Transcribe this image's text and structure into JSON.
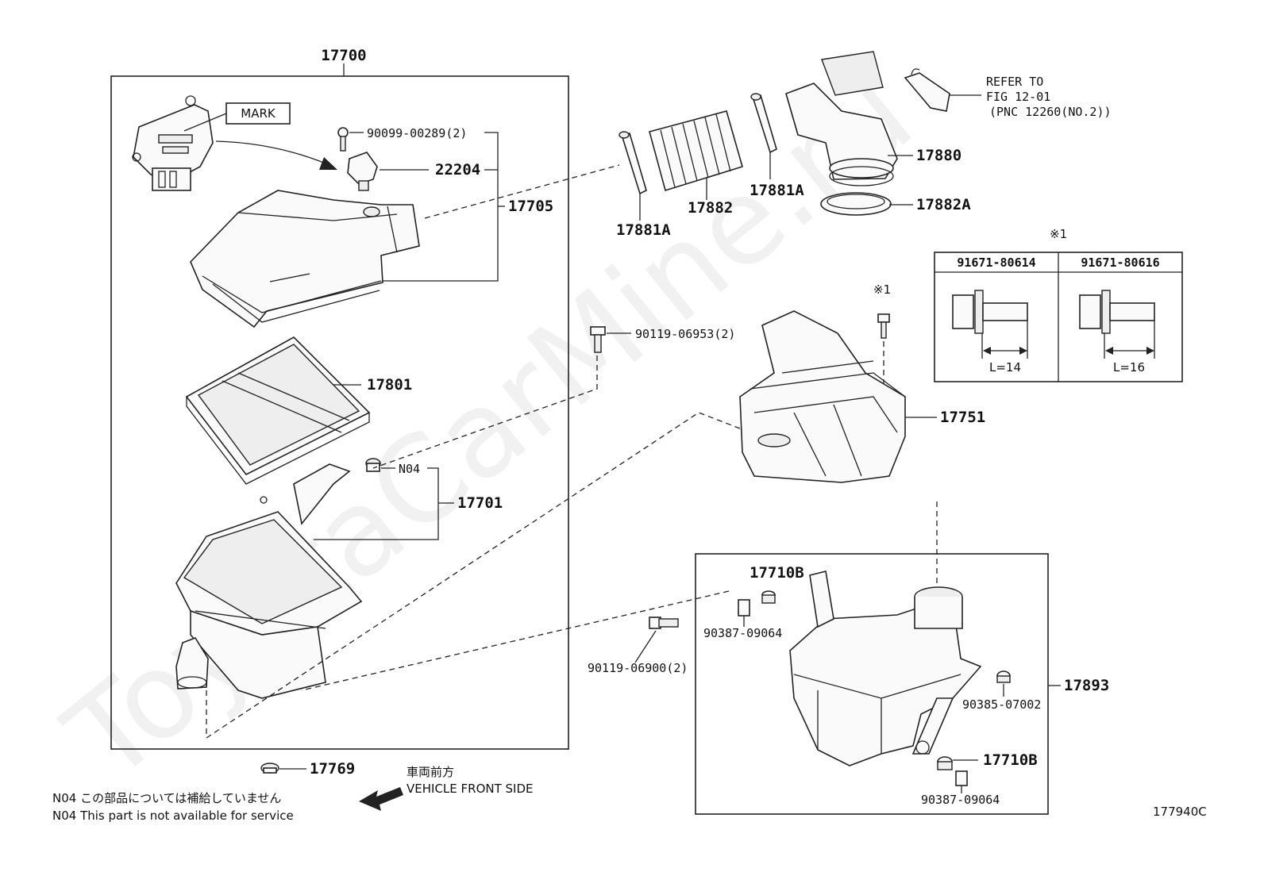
{
  "diagram": {
    "watermark": "ToyotaCarMine.ru",
    "figure_code": "177940C",
    "labels": {
      "p17700": "17700",
      "mark": "MARK",
      "p90099": "90099-00289(2)",
      "p22204": "22204",
      "p17705": "17705",
      "p17801": "17801",
      "n04": "N04",
      "p17701": "17701",
      "p17769": "17769",
      "p17881a_left": "17881A",
      "p17882": "17882",
      "p17881a_right": "17881A",
      "p17880": "17880",
      "p17882a": "17882A",
      "refer_line1": "REFER TO",
      "refer_line2": "FIG 12-01",
      "refer_line3": "(PNC 12260(NO.2))",
      "p90119_06953": "90119-06953(2)",
      "note_mark_1": "※1",
      "note_mark_2": "※1",
      "p17751": "17751",
      "p17710b_top": "17710B",
      "p90387_top": "90387-09064",
      "p90119_06900": "90119-06900(2)",
      "p17893": "17893",
      "p90385": "90385-07002",
      "p17710b_bottom": "17710B",
      "p90387_bottom": "90387-09064"
    },
    "bolt_table": {
      "col1_part": "91671-80614",
      "col1_length": "L=14",
      "col2_part": "91671-80616",
      "col2_length": "L=16"
    },
    "front_label_jp": "車両前方",
    "front_label_en": "VEHICLE FRONT SIDE",
    "note_jp": "N04  この部品については補給していません",
    "note_en": "N04  This part is not available for service"
  }
}
